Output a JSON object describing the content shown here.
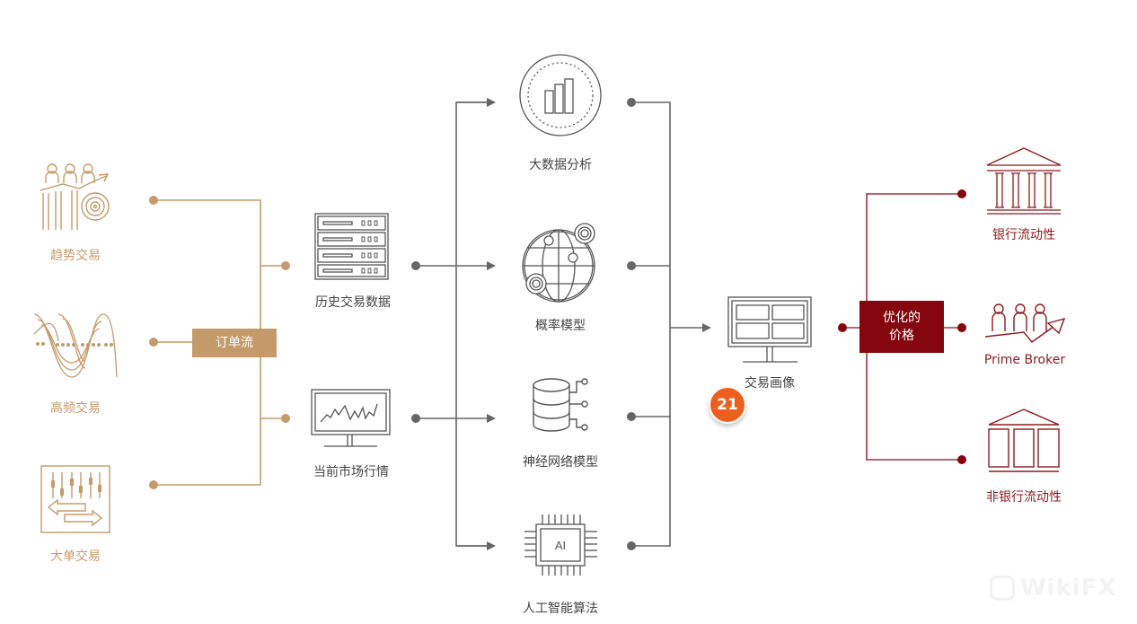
{
  "colors": {
    "gold": "#c59a6b",
    "gray": "#666666",
    "red": "#85060e",
    "badge": "#ec5f1f"
  },
  "sources": [
    {
      "label": "趋势交易",
      "icon": "trend-trading-icon"
    },
    {
      "label": "高频交易",
      "icon": "high-frequency-wave-icon"
    },
    {
      "label": "大单交易",
      "icon": "block-trade-icon"
    }
  ],
  "order_flow": {
    "label": "订单流"
  },
  "inputs": [
    {
      "label": "历史交易数据",
      "icon": "server-rack-icon"
    },
    {
      "label": "当前市场行情",
      "icon": "market-monitor-icon"
    }
  ],
  "analysis": [
    {
      "label": "大数据分析",
      "icon": "bar-chart-circle-icon"
    },
    {
      "label": "概率模型",
      "icon": "globe-network-icon"
    },
    {
      "label": "神经网络模型",
      "icon": "database-nodes-icon"
    },
    {
      "label": "人工智能算法",
      "icon": "ai-chip-icon",
      "chip_text": "AI"
    }
  ],
  "profile": {
    "label": "交易画像",
    "icon": "dashboard-monitor-icon"
  },
  "badge": {
    "value": "21"
  },
  "optimized": {
    "line1": "优化的",
    "line2": "价格"
  },
  "liquidity": [
    {
      "label": "银行流动性",
      "icon": "bank-columns-icon"
    },
    {
      "label": "Prime Broker",
      "icon": "broker-people-icon"
    },
    {
      "label": "非银行流动性",
      "icon": "non-bank-building-icon"
    }
  ],
  "watermark": {
    "text": "WikiFX"
  }
}
